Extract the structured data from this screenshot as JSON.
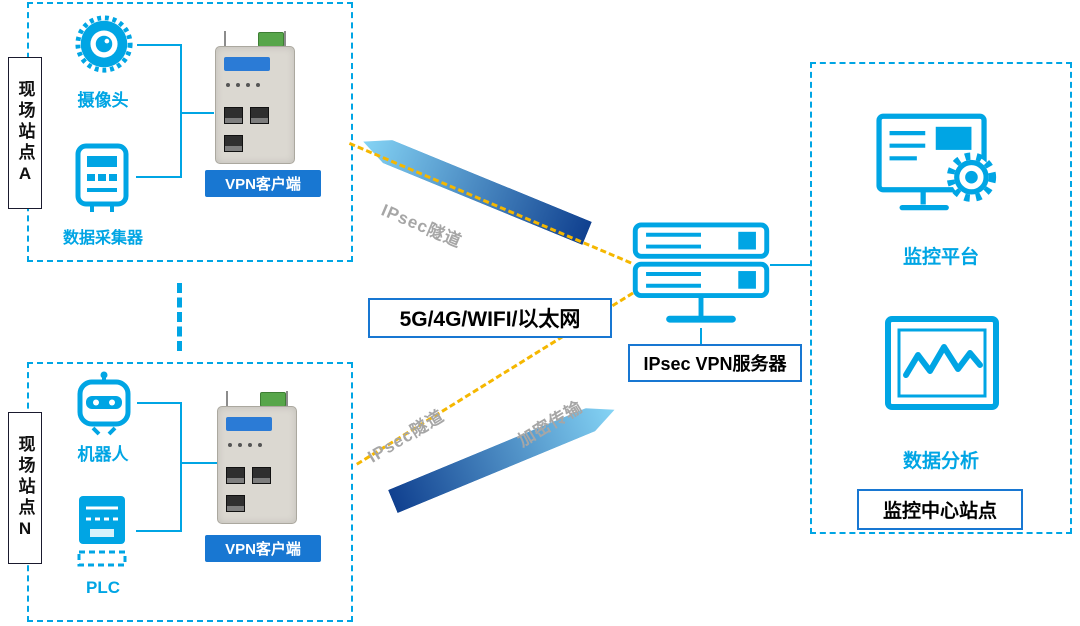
{
  "colors": {
    "accent_cyan": "#00A5E4",
    "accent_blue": "#1877D2",
    "tunnel_yellow": "#F5B700",
    "label_gray": "#A6A6A6",
    "ribbon_dark": "#10408F",
    "ribbon_light": "#85D4F5"
  },
  "site_a": {
    "side_label": "现场站点A",
    "devices": [
      {
        "icon": "dome-camera-icon",
        "caption": "摄像头"
      },
      {
        "icon": "smart-meter-icon",
        "caption": "数据采集器"
      }
    ],
    "vpn_badge": "VPN客户端"
  },
  "site_n": {
    "side_label": "现场站点N",
    "devices": [
      {
        "icon": "robot-icon",
        "caption": "机器人"
      },
      {
        "icon": "plc-icon",
        "caption": "PLC"
      }
    ],
    "vpn_badge": "VPN客户端"
  },
  "network": {
    "label": "5G/4G/WIFI/以太网"
  },
  "server": {
    "icon": "vpn-server-icon",
    "label": "IPsec VPN服务器"
  },
  "monitor_center": {
    "devices": [
      {
        "icon": "monitor-gear-icon",
        "caption": "监控平台"
      },
      {
        "icon": "data-screen-icon",
        "caption": "数据分析"
      }
    ],
    "box_label": "监控中心站点"
  },
  "tunnel_labels": {
    "top": "IPsec隧道",
    "bottom": "IPsec隧道",
    "bottom2": "加密传输"
  }
}
